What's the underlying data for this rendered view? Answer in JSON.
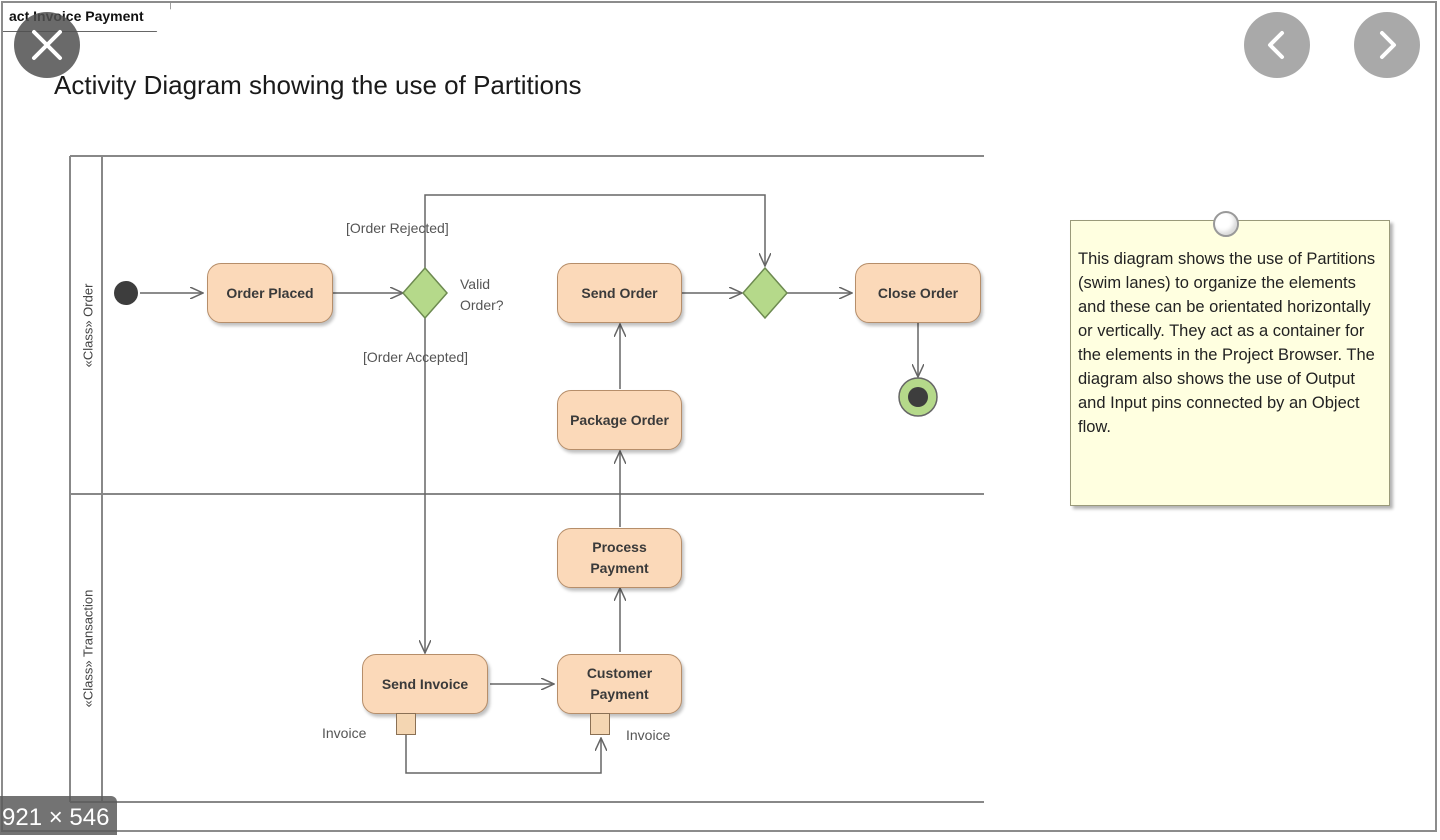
{
  "frame": {
    "tab_label": "act Invoice Payment"
  },
  "controls": {
    "close_icon": "close-icon",
    "prev_icon": "chevron-left-icon",
    "next_icon": "chevron-right-icon"
  },
  "title": "Activity Diagram showing the use of Partitions",
  "lanes": {
    "top": "«Class» Order",
    "bottom": "«Class» Transaction"
  },
  "nodes": {
    "order_placed": "Order Placed",
    "send_order": "Send Order",
    "close_order": "Close Order",
    "package_order": "Package Order",
    "process_payment": "Process Payment",
    "send_invoice": "Send Invoice",
    "customer_payment": "Customer Payment"
  },
  "labels": {
    "valid_order": "Valid Order?",
    "order_rejected": "[Order Rejected]",
    "order_accepted": "[Order Accepted]",
    "pin_out": "Invoice",
    "pin_in": "Invoice"
  },
  "note": "This diagram shows the use of Partitions (swim lanes) to organize the elements and these can be orientated horizontally or vertically. They act as a container for the elements in the Project Browser. The diagram also shows the use of Output and Input pins connected by an Object flow.",
  "image_dimensions": "921 × 546",
  "colors": {
    "action_fill": "#fbd9b9",
    "decision_fill": "#b5d98a",
    "note_fill": "#ffffe0"
  }
}
